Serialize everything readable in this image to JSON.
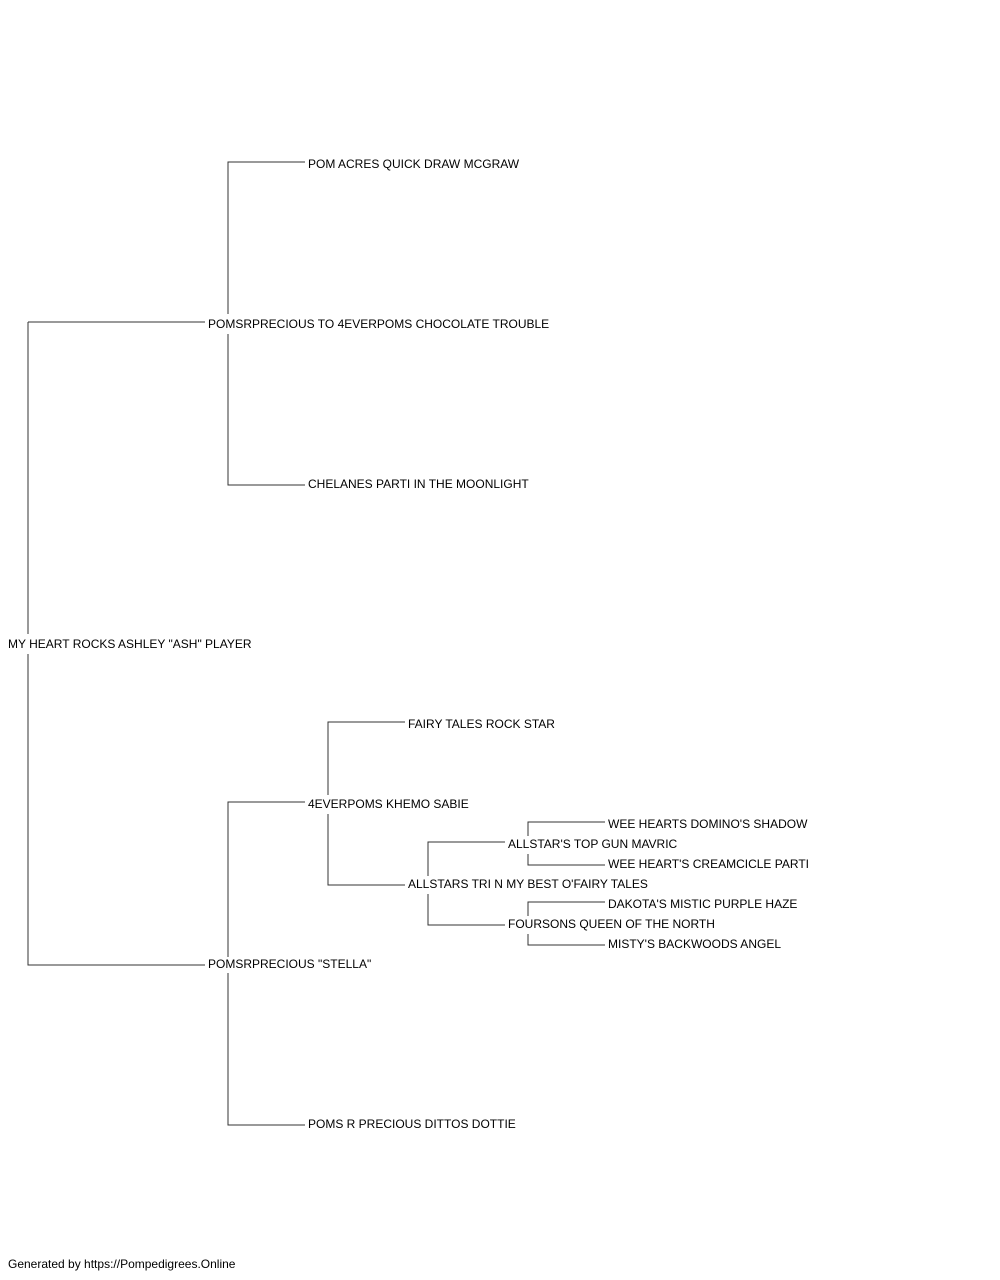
{
  "pedigree": {
    "subject": "MY HEART ROCKS ASHLEY \"ASH\" PLAYER",
    "sire": "POMSRPRECIOUS TO 4EVERPOMS CHOCOLATE TROUBLE",
    "sire_sire": "POM ACRES QUICK DRAW MCGRAW",
    "sire_dam": "CHELANES PARTI IN THE MOONLIGHT",
    "dam": "POMSRPRECIOUS \"STELLA\"",
    "dam_sire": "4EVERPOMS KHEMO SABIE",
    "dam_sire_sire": "FAIRY TALES ROCK STAR",
    "dam_sire_dam": "ALLSTARS TRI N MY BEST O'FAIRY TALES",
    "dam_sire_dam_sire": "ALLSTAR'S TOP GUN MAVRIC",
    "dam_sire_dam_sire_sire": "WEE HEARTS DOMINO'S SHADOW",
    "dam_sire_dam_sire_dam": "WEE HEART'S CREAMCICLE PARTI",
    "dam_sire_dam_dam": "FOURSONS QUEEN OF THE NORTH",
    "dam_sire_dam_dam_sire": "DAKOTA'S MISTIC PURPLE HAZE",
    "dam_sire_dam_dam_dam": "MISTY'S BACKWOODS ANGEL",
    "dam_dam": "POMS R PRECIOUS DITTOS DOTTIE"
  },
  "footer": {
    "text": "Generated by https://Pompedigrees.Online"
  },
  "colors": {
    "line": "#333333",
    "text": "#000000",
    "background": "#ffffff"
  }
}
